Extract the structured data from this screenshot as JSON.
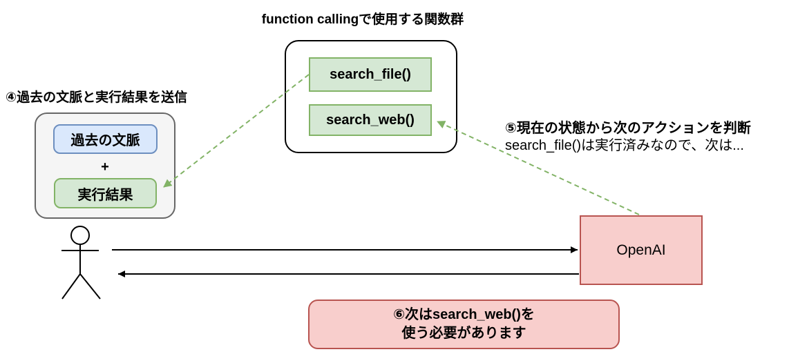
{
  "title": "function callingで使用する関数群",
  "function_group": {
    "functions": [
      {
        "label": "search_file()"
      },
      {
        "label": "search_web()"
      }
    ]
  },
  "context_panel": {
    "caption": "④過去の文脈と実行結果を送信",
    "past_context": "過去の文脈",
    "plus": "+",
    "execution_result": "実行結果"
  },
  "decision_note": {
    "line1": "⑤現在の状態から次のアクションを判断",
    "line2": "search_file()は実行済みなので、次は..."
  },
  "openai": {
    "label": "OpenAI"
  },
  "response_message": {
    "line1": "⑥次はsearch_web()を",
    "line2": "使う必要があります"
  },
  "colors": {
    "green_fill": "#d5e8d4",
    "green_stroke": "#82b366",
    "blue_fill": "#dae8fc",
    "blue_stroke": "#6c8ebf",
    "pink_fill": "#f8cecc",
    "pink_stroke": "#b85450",
    "gray_fill": "#f5f5f5",
    "gray_stroke": "#666666",
    "arrow_black": "#000000",
    "dashed_green": "#82b366"
  }
}
